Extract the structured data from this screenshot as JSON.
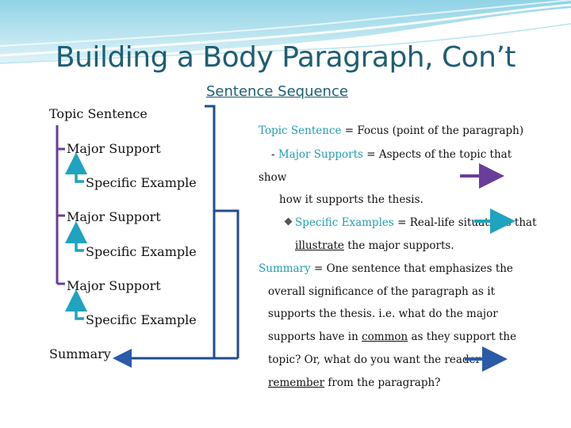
{
  "title": "Building a Body Paragraph, Con’t",
  "subtitle": "Sentence Sequence",
  "left_sequence": {
    "topic": "Topic Sentence",
    "major1": "Major Support",
    "example1": "Specific Example",
    "major2": "Major Support",
    "example2": "Specific Example",
    "major3": "Major Support",
    "example3": "Specific Example",
    "summary": "Summary"
  },
  "right_text": {
    "topic_term": "Topic Sentence",
    "topic_def": " = Focus (point of the paragraph)",
    "major_prefix": "- ",
    "major_term": "Major Supports",
    "major_def": " = Aspects of the topic that",
    "major_line2": "show",
    "major_line3": "how it supports the thesis.",
    "example_term": "Specific Examples",
    "example_def": " = Real-life situations that",
    "example_line2a": "illustrate",
    "example_line2b": " the major supports.",
    "summary_term": "Summary",
    "summary_def": " = One sentence that emphasizes the",
    "summary_line2": "overall significance of the paragraph as it",
    "summary_line3": "supports the thesis.  i.e. what do the major",
    "summary_line4a": "supports have in ",
    "summary_line4b": "common",
    "summary_line4c": " as they support the",
    "summary_line5": "topic?  Or, what do you want the reader to",
    "summary_line6a": "remember",
    "summary_line6b": " from the paragraph?"
  },
  "colors": {
    "title": "#1f5e73",
    "bracket": "#1f4e8c",
    "arrow_purple": "#6a3d9a",
    "arrow_teal": "#1fa3c0",
    "arrow_blue": "#2a5aa8",
    "term_teal": "#1f9fb3"
  }
}
